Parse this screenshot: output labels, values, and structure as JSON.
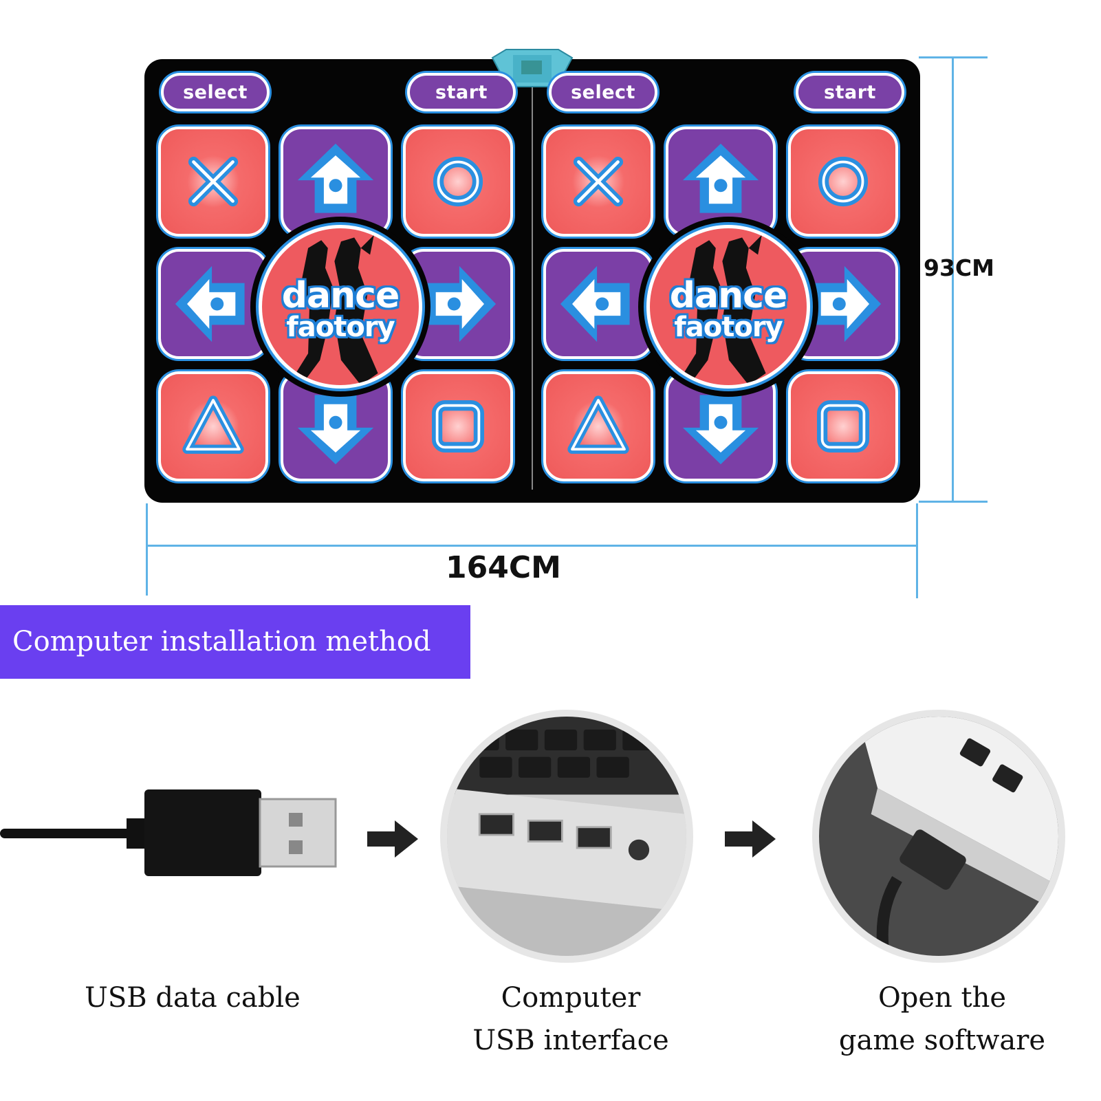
{
  "mat": {
    "panels": [
      {
        "select_label": "select",
        "start_label": "start",
        "logo_line1": "dance",
        "logo_line2": "faotory"
      },
      {
        "select_label": "select",
        "start_label": "start",
        "logo_line1": "dance",
        "logo_line2": "faotory"
      }
    ],
    "tile_icons": [
      "cross-icon",
      "arrow-up-icon",
      "circle-icon",
      "arrow-left-icon",
      "arrow-right-icon",
      "triangle-icon",
      "arrow-down-icon",
      "square-icon"
    ],
    "colors": {
      "tile_red": "#ef5a5a",
      "tile_purple": "#7b3fa6",
      "outline_blue": "#2a8fe0",
      "mat_black": "#050505"
    }
  },
  "dimensions": {
    "height_label": "93CM",
    "width_label": "164CM"
  },
  "banner": {
    "title": "Computer installation method",
    "color": "#6a3ff0"
  },
  "steps": [
    {
      "icon": "usb-cable-icon",
      "caption_line1": "USB data cable",
      "caption_line2": ""
    },
    {
      "icon": "laptop-usb-ports-icon",
      "caption_line1": "Computer",
      "caption_line2": "USB interface"
    },
    {
      "icon": "usb-plugged-in-icon",
      "caption_line1": "Open the",
      "caption_line2": "game software"
    }
  ]
}
